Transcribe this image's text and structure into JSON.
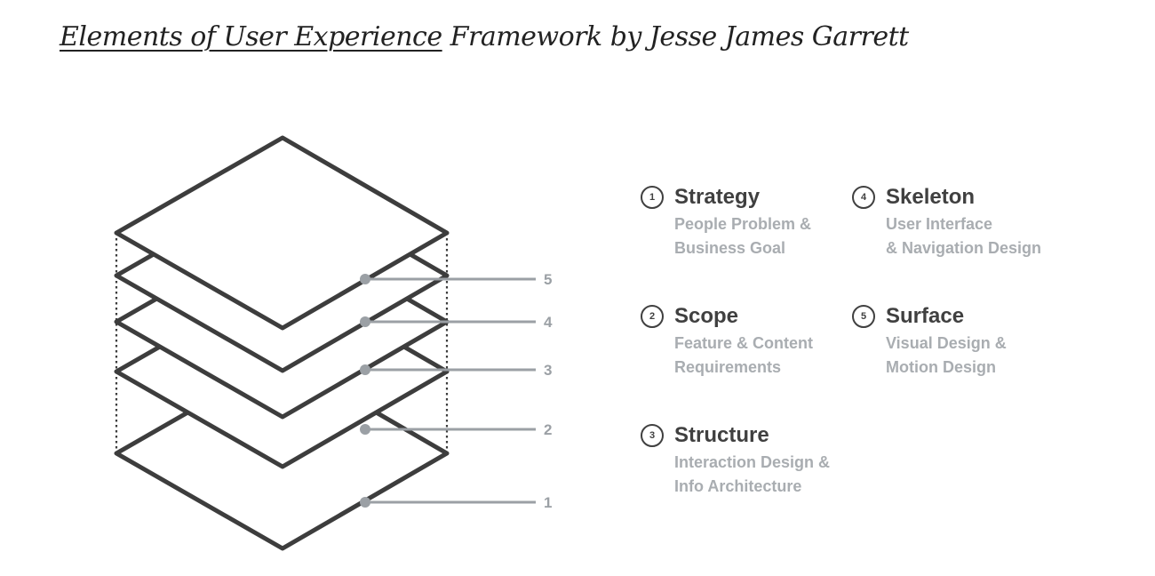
{
  "header": {
    "title_link": "Elements of User Experience",
    "title_rest": " Framework by Jesse James Garrett"
  },
  "diagram": {
    "layer_labels": [
      "5",
      "4",
      "3",
      "2",
      "1"
    ]
  },
  "legend": [
    {
      "number": "1",
      "title": "Strategy",
      "line1": "People Problem &",
      "line2": "Business Goal"
    },
    {
      "number": "2",
      "title": "Scope",
      "line1": "Feature & Content",
      "line2": "Requirements"
    },
    {
      "number": "3",
      "title": "Structure",
      "line1": "Interaction Design &",
      "line2": "Info Architecture"
    },
    {
      "number": "4",
      "title": "Skeleton",
      "line1": "User Interface",
      "line2": "& Navigation Design"
    },
    {
      "number": "5",
      "title": "Surface",
      "line1": "Visual Design &",
      "line2": "Motion Design"
    }
  ],
  "colors": {
    "outline": "#3d3d3d",
    "leader": "#9ba0a5",
    "heading": "#404040",
    "muted": "#a9adb1"
  }
}
